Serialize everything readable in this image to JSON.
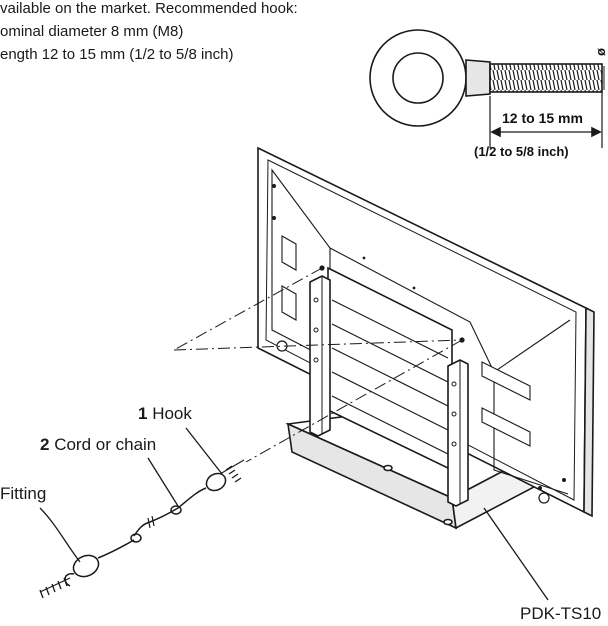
{
  "instructions": {
    "line1": "vailable on the market. Recommended hook:",
    "line2": "ominal diameter 8 mm (M8)",
    "line3": "ength 12 to 15 mm (1/2 to 5/8 inch)"
  },
  "hook_dimension": {
    "metric": "12 to 15 mm",
    "imperial": "(1/2 to 5/8 inch)",
    "side_mark": "ø"
  },
  "callouts": {
    "hook_number": "1",
    "hook_label": "Hook",
    "cord_number": "2",
    "cord_label": "Cord or chain",
    "fitting_label": "Fitting",
    "stand_label": "PDK-TS10"
  },
  "colors": {
    "line": "#1a1a1a",
    "panel_fill": "#ffffff",
    "panel_shade": "#e6e6e6"
  }
}
